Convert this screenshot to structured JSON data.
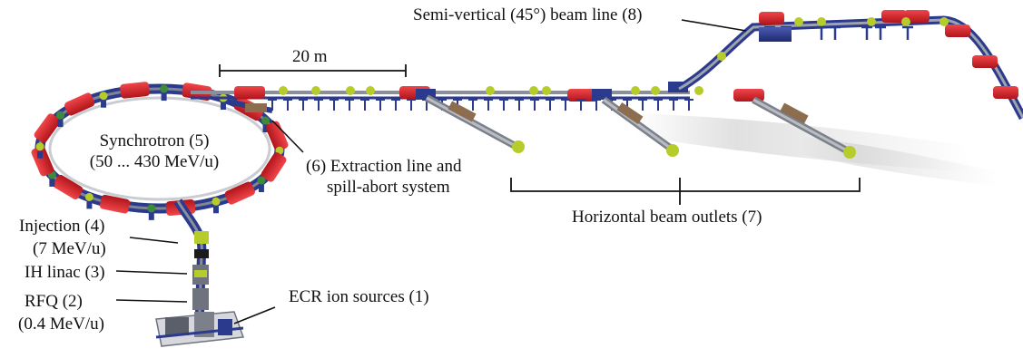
{
  "labels": {
    "semi_vertical": "Semi-vertical (45°) beam line (8)",
    "scale": "20 m",
    "synchrotron": "Synchrotron (5)",
    "synchrotron_energy": "(50 ... 430 MeV/u)",
    "extraction_1": "(6) Extraction line and",
    "extraction_2": "spill-abort system",
    "horizontal": "Horizontal beam outlets (7)",
    "injection": "Injection (4)",
    "injection_energy": "(7 MeV/u)",
    "ih_linac": "IH linac (3)",
    "rfq": "RFQ (2)",
    "rfq_energy": "(0.4 MeV/u)",
    "ecr": "ECR ion sources (1)"
  },
  "colors": {
    "magnet": "#d8232a",
    "support": "#2b3a8c",
    "quad": "#b5cc2a",
    "pipe": "#8a8f99",
    "line": "#111111"
  }
}
